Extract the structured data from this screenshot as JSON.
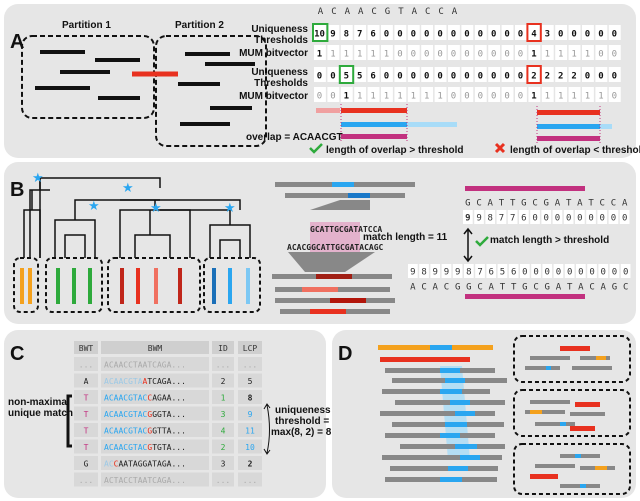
{
  "colors": {
    "panel_bg": "#e6e6e6",
    "red": "#e8311f",
    "blue": "#2aa6f0",
    "magenta": "#c2317f",
    "green": "#2eaa3c",
    "orange": "#f4a11d",
    "gray": "#8c8c8c"
  },
  "panelA": {
    "label": "A",
    "partition1": "Partition 1",
    "partition2": "Partition 2",
    "sequence": [
      "A",
      "C",
      "A",
      "A",
      "C",
      "G",
      "T",
      "A",
      "C",
      "C",
      "A"
    ],
    "row_label_uniq": "Uniqueness\nThresholds",
    "row_label_mum": "MUM bitvector",
    "uniq1": [
      "10",
      "9",
      "8",
      "7",
      "6",
      "0",
      "0",
      "0",
      "0",
      "0",
      "0",
      "0",
      "0",
      "0",
      "0",
      "0",
      "4",
      "3",
      "0",
      "0",
      "0",
      "0",
      "0"
    ],
    "mum1": [
      "1",
      "1",
      "1",
      "1",
      "1",
      "1",
      "0",
      "0",
      "0",
      "0",
      "0",
      "0",
      "0",
      "0",
      "0",
      "0",
      "1",
      "1",
      "1",
      "1",
      "1",
      "0",
      "0"
    ],
    "uniq2": [
      "0",
      "0",
      "5",
      "5",
      "6",
      "0",
      "0",
      "0",
      "0",
      "0",
      "0",
      "0",
      "0",
      "0",
      "0",
      "0",
      "2",
      "2",
      "2",
      "2",
      "0",
      "0",
      "0"
    ],
    "mum2": [
      "0",
      "0",
      "1",
      "1",
      "1",
      "1",
      "1",
      "1",
      "1",
      "1",
      "0",
      "0",
      "0",
      "0",
      "0",
      "0",
      "1",
      "1",
      "1",
      "1",
      "1",
      "1",
      "0"
    ],
    "overlap": "overlap = ACAACGT",
    "pass": "length of overlap > threshold",
    "fail": "length of overlap < threshold"
  },
  "panelB": {
    "label": "B",
    "query": "GCATTGCGATATCCA",
    "ref": "ACACGGCATTGCGATACAGC",
    "match_length": "match length = 11",
    "q_seq": [
      "G",
      "C",
      "A",
      "T",
      "T",
      "G",
      "C",
      "G",
      "A",
      "T",
      "A",
      "T",
      "C",
      "C",
      "A"
    ],
    "q_thr": [
      "9",
      "9",
      "8",
      "7",
      "7",
      "6",
      "0",
      "0",
      "0",
      "0",
      "0",
      "0",
      "0",
      "0",
      "0"
    ],
    "r_thr": [
      "9",
      "8",
      "9",
      "9",
      "9",
      "8",
      "7",
      "6",
      "5",
      "6",
      "0",
      "0",
      "0",
      "0",
      "0",
      "0",
      "0",
      "0",
      "0",
      "0"
    ],
    "r_seq": [
      "A",
      "C",
      "A",
      "C",
      "G",
      "G",
      "C",
      "A",
      "T",
      "T",
      "G",
      "C",
      "G",
      "A",
      "T",
      "A",
      "C",
      "A",
      "G",
      "C"
    ],
    "pass": "match length > threshold"
  },
  "panelC": {
    "label": "C",
    "headers": [
      "BWT",
      "BWM",
      "ID",
      "LCP"
    ],
    "rows": [
      {
        "bwt": "...",
        "bwm": [
          [
            "ACAACCTAATCAGA...",
            "#aaaaaa"
          ]
        ],
        "id": "...",
        "lcp": "...",
        "faded": true
      },
      {
        "bwt": "A",
        "bwm": [
          [
            "ACAACGTA",
            "#9cc9e6"
          ],
          [
            "A",
            "#e8311f"
          ],
          [
            "TCAGA...",
            "#222"
          ]
        ],
        "id": "2",
        "lcp": "5"
      },
      {
        "bwt": "T",
        "bwm": [
          [
            "ACAACGTAC",
            "#2aa6f0"
          ],
          [
            "C",
            "#e8311f"
          ],
          [
            "AGAA...",
            "#222"
          ]
        ],
        "id": "1",
        "lcp": "8"
      },
      {
        "bwt": "T",
        "bwm": [
          [
            "ACAACGTAC",
            "#2aa6f0"
          ],
          [
            "G",
            "#e8311f"
          ],
          [
            "GGTA...",
            "#222"
          ]
        ],
        "id": "3",
        "lcp": "9"
      },
      {
        "bwt": "T",
        "bwm": [
          [
            "ACAACGTAC",
            "#2aa6f0"
          ],
          [
            "G",
            "#e8311f"
          ],
          [
            "GTTA...",
            "#222"
          ]
        ],
        "id": "4",
        "lcp": "11"
      },
      {
        "bwt": "T",
        "bwm": [
          [
            "ACAACGTAC",
            "#2aa6f0"
          ],
          [
            "G",
            "#e8311f"
          ],
          [
            "TGTA...",
            "#222"
          ]
        ],
        "id": "2",
        "lcp": "10"
      },
      {
        "bwt": "G",
        "bwm": [
          [
            "AC",
            "#9cc9e6"
          ],
          [
            "C",
            "#e8311f"
          ],
          [
            "AATAGGATAGA...",
            "#222"
          ]
        ],
        "id": "3",
        "lcp": "2"
      },
      {
        "bwt": "...",
        "bwm": [
          [
            "ACTACCTAATCAGA...",
            "#aaaaaa"
          ]
        ],
        "id": "...",
        "lcp": "...",
        "faded": true
      }
    ],
    "left_note": [
      "non-maximal",
      "unique match"
    ],
    "right_note": [
      "uniqueness",
      "threshold =",
      "max(8, 2) = 8"
    ]
  },
  "panelD": {
    "label": "D"
  }
}
